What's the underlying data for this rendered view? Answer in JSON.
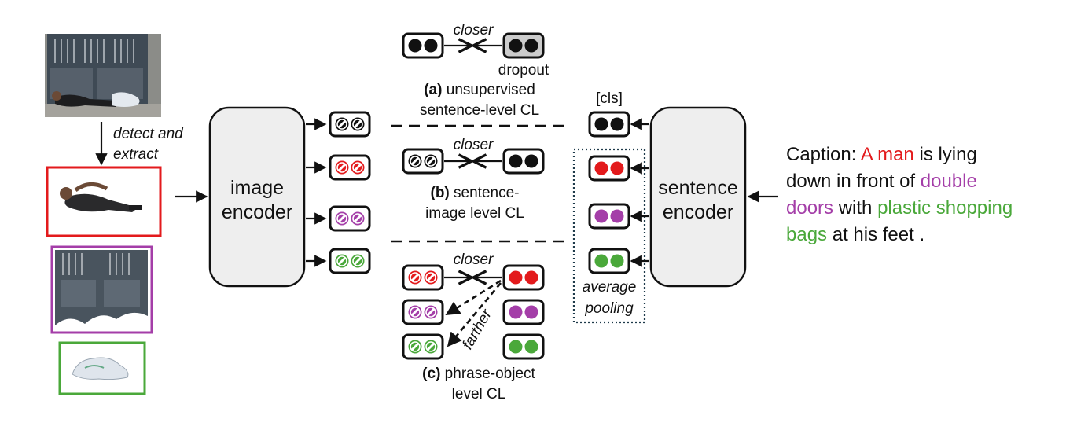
{
  "labels": {
    "detect_line1": "detect and",
    "detect_line2": "extract",
    "image_encoder_line1": "image",
    "image_encoder_line2": "encoder",
    "sentence_encoder_line1": "sentence",
    "sentence_encoder_line2": "encoder",
    "cls": "[cls]",
    "closer_a": "closer",
    "closer_b": "closer",
    "closer_c": "closer",
    "dropout": "dropout",
    "farther": "farther",
    "avg_line1": "average",
    "avg_line2": "pooling"
  },
  "sections": {
    "a": {
      "tag": "(a)",
      "line1_rest": " unsupervised",
      "line2": "sentence-level CL"
    },
    "b": {
      "tag": "(b)",
      "line1_rest": " sentence-",
      "line2": "image level CL"
    },
    "c": {
      "tag": "(c)",
      "line1_rest": " phrase-object",
      "line2": "level CL"
    }
  },
  "caption": {
    "prefix": "Caption: ",
    "a_man": "A man",
    "is_lying": " is lying",
    "down_in_front_of": "down in front of ",
    "double": "double",
    "doors": "doors",
    "with": " with ",
    "plastic_shopping": "plastic shopping",
    "bags": "bags",
    "at_his_feet": " at his feet ."
  },
  "colors": {
    "man": "#e31a1c",
    "doors": "#a43ea8",
    "bags": "#4aa83a",
    "black": "#111111",
    "encoder_fill": "#eeeeee",
    "dropout_fill": "#cccccc",
    "pooling_border": "#1e3a4a"
  },
  "icons": [
    "photo-scene",
    "man-crop",
    "doors-crop",
    "bag-crop",
    "embedding-token",
    "hatched-embedding-token"
  ]
}
